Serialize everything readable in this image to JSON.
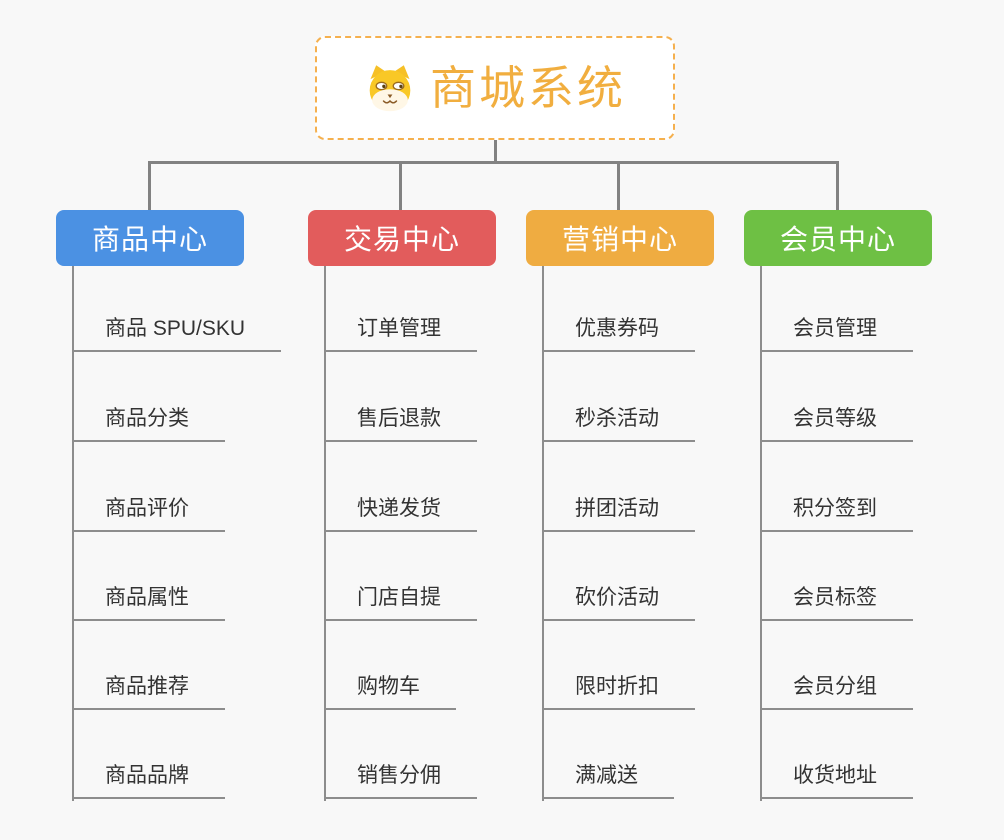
{
  "canvas": {
    "background_color": "#f8f8f8",
    "connector_color": "#828282"
  },
  "root": {
    "title": "商城系统",
    "icon": "dog-face-icon",
    "accent_color": "#f1ae3f",
    "border_color": "#f5b04e"
  },
  "branches": [
    {
      "label": "商品中心",
      "color": "#4b91e3",
      "items": [
        "商品 SPU/SKU",
        "商品分类",
        "商品评价",
        "商品属性",
        "商品推荐",
        "商品品牌"
      ]
    },
    {
      "label": "交易中心",
      "color": "#e25c5c",
      "items": [
        "订单管理",
        "售后退款",
        "快递发货",
        "门店自提",
        "购物车",
        "销售分佣"
      ]
    },
    {
      "label": "营销中心",
      "color": "#efac41",
      "items": [
        "优惠券码",
        "秒杀活动",
        "拼团活动",
        "砍价活动",
        "限时折扣",
        "满减送"
      ]
    },
    {
      "label": "会员中心",
      "color": "#6ec044",
      "items": [
        "会员管理",
        "会员等级",
        "积分签到",
        "会员标签",
        "会员分组",
        "收货地址"
      ]
    }
  ]
}
